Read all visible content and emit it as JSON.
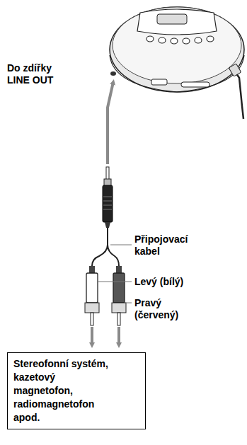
{
  "diagram": {
    "nodes": [
      {
        "text": [
          "Stereofonní systém, kazetový magnetofon, radiomagnetofon apod."
        ]
      }
    ],
    "labels": [
      "Do zdířky LINE OUT",
      "Připojovací kabel",
      "Levý (bílý)",
      "Pravý (červený)"
    ]
  }
}
